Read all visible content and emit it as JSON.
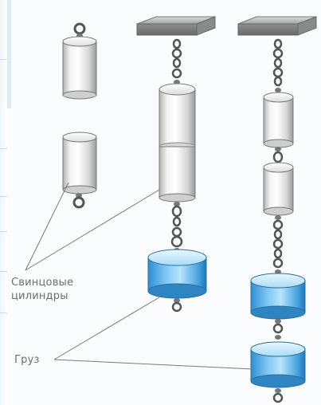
{
  "labels": {
    "cylinders": "Свинцовые цилиндры",
    "cylinders_line1": "Свинцовые",
    "cylinders_line2": "цилиндры",
    "load": "Груз"
  }
}
